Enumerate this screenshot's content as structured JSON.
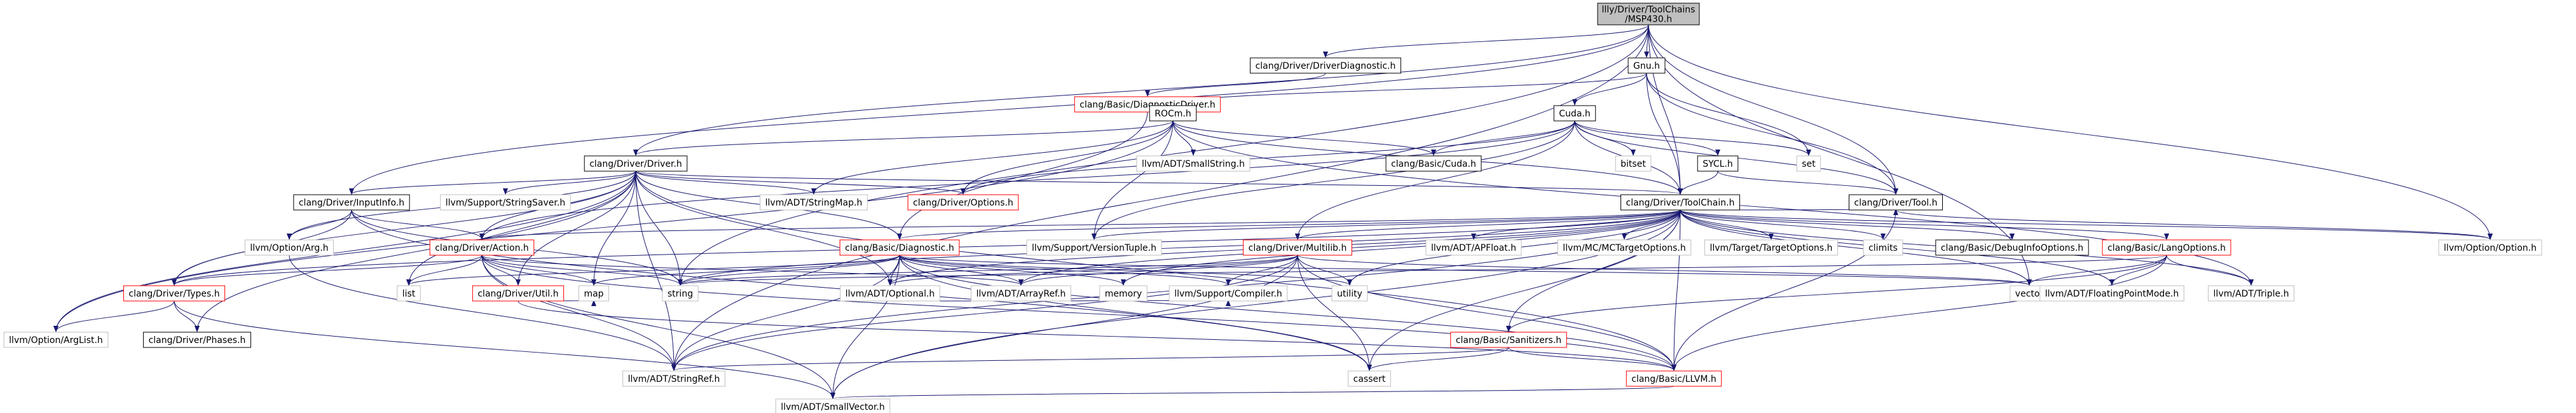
{
  "colors": {
    "background": "#ffffff",
    "root_fill": "#bfbfbf",
    "root_border": "#000000",
    "internal_border": "#000000",
    "highlight_border": "#ff0000",
    "external_border": "#bfbfbf",
    "edge": "#191970"
  },
  "nodes": [
    {
      "id": "root",
      "label": "llly/Driver/ToolChains\n/MSP430.h",
      "kind": "root"
    },
    {
      "id": "DriverDiagnostic",
      "label": "clang/Driver/DriverDiagnostic.h",
      "kind": "internal"
    },
    {
      "id": "Gnu",
      "label": "Gnu.h",
      "kind": "internal"
    },
    {
      "id": "DiagnosticDriver",
      "label": "clang/Basic/DiagnosticDriver.h",
      "kind": "highlight"
    },
    {
      "id": "ROCm",
      "label": "ROCm.h",
      "kind": "internal"
    },
    {
      "id": "Cuda",
      "label": "Cuda.h",
      "kind": "internal"
    },
    {
      "id": "Driver",
      "label": "clang/Driver/Driver.h",
      "kind": "internal"
    },
    {
      "id": "SmallString",
      "label": "llvm/ADT/SmallString.h",
      "kind": "external"
    },
    {
      "id": "BasicCuda",
      "label": "clang/Basic/Cuda.h",
      "kind": "internal"
    },
    {
      "id": "bitset",
      "label": "bitset",
      "kind": "external"
    },
    {
      "id": "SYCL",
      "label": "SYCL.h",
      "kind": "internal"
    },
    {
      "id": "set",
      "label": "set",
      "kind": "external"
    },
    {
      "id": "InputInfo",
      "label": "clang/Driver/InputInfo.h",
      "kind": "internal"
    },
    {
      "id": "StringSaver",
      "label": "llvm/Support/StringSaver.h",
      "kind": "external"
    },
    {
      "id": "StringMap",
      "label": "llvm/ADT/StringMap.h",
      "kind": "external"
    },
    {
      "id": "DriverOptions",
      "label": "clang/Driver/Options.h",
      "kind": "highlight"
    },
    {
      "id": "ToolChain",
      "label": "clang/Driver/ToolChain.h",
      "kind": "internal"
    },
    {
      "id": "Tool",
      "label": "clang/Driver/Tool.h",
      "kind": "internal"
    },
    {
      "id": "OptionArg",
      "label": "llvm/Option/Arg.h",
      "kind": "external"
    },
    {
      "id": "Action",
      "label": "clang/Driver/Action.h",
      "kind": "highlight"
    },
    {
      "id": "BasicDiagnostic",
      "label": "clang/Basic/Diagnostic.h",
      "kind": "highlight"
    },
    {
      "id": "VersionTuple",
      "label": "llvm/Support/VersionTuple.h",
      "kind": "external"
    },
    {
      "id": "Multilib",
      "label": "clang/Driver/Multilib.h",
      "kind": "highlight"
    },
    {
      "id": "APFloat",
      "label": "llvm/ADT/APFloat.h",
      "kind": "external"
    },
    {
      "id": "MCTargetOptions",
      "label": "llvm/MC/MCTargetOptions.h",
      "kind": "external"
    },
    {
      "id": "TargetOptions",
      "label": "llvm/Target/TargetOptions.h",
      "kind": "external"
    },
    {
      "id": "climits",
      "label": "climits",
      "kind": "external"
    },
    {
      "id": "DebugInfoOptions",
      "label": "clang/Basic/DebugInfoOptions.h",
      "kind": "internal"
    },
    {
      "id": "LangOptions",
      "label": "clang/Basic/LangOptions.h",
      "kind": "highlight"
    },
    {
      "id": "OptionOption",
      "label": "llvm/Option/Option.h",
      "kind": "external"
    },
    {
      "id": "Types",
      "label": "clang/Driver/Types.h",
      "kind": "highlight"
    },
    {
      "id": "list",
      "label": "list",
      "kind": "external"
    },
    {
      "id": "DriverUtil",
      "label": "clang/Driver/Util.h",
      "kind": "highlight"
    },
    {
      "id": "map",
      "label": "map",
      "kind": "external"
    },
    {
      "id": "string",
      "label": "string",
      "kind": "external"
    },
    {
      "id": "Optional",
      "label": "llvm/ADT/Optional.h",
      "kind": "external"
    },
    {
      "id": "ArrayRef",
      "label": "llvm/ADT/ArrayRef.h",
      "kind": "external"
    },
    {
      "id": "memory",
      "label": "memory",
      "kind": "external"
    },
    {
      "id": "Compiler",
      "label": "llvm/Support/Compiler.h",
      "kind": "external"
    },
    {
      "id": "utility",
      "label": "utility",
      "kind": "external"
    },
    {
      "id": "vector",
      "label": "vector",
      "kind": "external"
    },
    {
      "id": "FloatingPointMode",
      "label": "llvm/ADT/FloatingPointMode.h",
      "kind": "external"
    },
    {
      "id": "Triple",
      "label": "llvm/ADT/Triple.h",
      "kind": "external"
    },
    {
      "id": "ArgList",
      "label": "llvm/Option/ArgList.h",
      "kind": "external"
    },
    {
      "id": "Phases",
      "label": "clang/Driver/Phases.h",
      "kind": "internal"
    },
    {
      "id": "Sanitizers",
      "label": "clang/Basic/Sanitizers.h",
      "kind": "highlight"
    },
    {
      "id": "StringRef",
      "label": "llvm/ADT/StringRef.h",
      "kind": "external"
    },
    {
      "id": "cassert",
      "label": "cassert",
      "kind": "external"
    },
    {
      "id": "LLVM",
      "label": "clang/Basic/LLVM.h",
      "kind": "highlight"
    },
    {
      "id": "SmallVector",
      "label": "llvm/ADT/SmallVector.h",
      "kind": "external"
    }
  ],
  "edges": [
    [
      "root",
      "DriverDiagnostic"
    ],
    [
      "root",
      "Gnu"
    ],
    [
      "root",
      "Driver"
    ],
    [
      "root",
      "InputInfo"
    ],
    [
      "root",
      "Tool"
    ],
    [
      "root",
      "ToolChain"
    ],
    [
      "root",
      "OptionOption"
    ],
    [
      "root",
      "vector"
    ],
    [
      "root",
      "StringRef"
    ],
    [
      "root",
      "string"
    ],
    [
      "DriverDiagnostic",
      "DiagnosticDriver"
    ],
    [
      "DiagnosticDriver",
      "BasicDiagnostic"
    ],
    [
      "Gnu",
      "ROCm"
    ],
    [
      "Gnu",
      "Cuda"
    ],
    [
      "Gnu",
      "set"
    ],
    [
      "Gnu",
      "Tool"
    ],
    [
      "Gnu",
      "ToolChain"
    ],
    [
      "ROCm",
      "Driver"
    ],
    [
      "ROCm",
      "SmallString"
    ],
    [
      "ROCm",
      "BasicCuda"
    ],
    [
      "ROCm",
      "StringMap"
    ],
    [
      "ROCm",
      "DriverOptions"
    ],
    [
      "ROCm",
      "ToolChain"
    ],
    [
      "ROCm",
      "VersionTuple"
    ],
    [
      "ROCm",
      "Triple"
    ],
    [
      "ROCm",
      "ArgList"
    ],
    [
      "Cuda",
      "BasicCuda"
    ],
    [
      "Cuda",
      "bitset"
    ],
    [
      "Cuda",
      "SYCL"
    ],
    [
      "Cuda",
      "set"
    ],
    [
      "Cuda",
      "Action"
    ],
    [
      "Cuda",
      "Multilib"
    ],
    [
      "Cuda",
      "Tool"
    ],
    [
      "Cuda",
      "ToolChain"
    ],
    [
      "Cuda",
      "VersionTuple"
    ],
    [
      "Cuda",
      "DriverOptions"
    ],
    [
      "SYCL",
      "Tool"
    ],
    [
      "SYCL",
      "ToolChain"
    ],
    [
      "Driver",
      "InputInfo"
    ],
    [
      "Driver",
      "StringSaver"
    ],
    [
      "Driver",
      "StringMap"
    ],
    [
      "Driver",
      "DriverOptions"
    ],
    [
      "Driver",
      "ToolChain"
    ],
    [
      "Driver",
      "OptionArg"
    ],
    [
      "Driver",
      "Action"
    ],
    [
      "Driver",
      "Types"
    ],
    [
      "Driver",
      "list"
    ],
    [
      "Driver",
      "DriverUtil"
    ],
    [
      "Driver",
      "map"
    ],
    [
      "Driver",
      "string"
    ],
    [
      "Driver",
      "Phases"
    ],
    [
      "Driver",
      "ArgList"
    ],
    [
      "Driver",
      "BasicDiagnostic"
    ],
    [
      "Driver",
      "LLVM"
    ],
    [
      "Driver",
      "StringRef"
    ],
    [
      "Driver",
      "Optional"
    ],
    [
      "InputInfo",
      "OptionArg"
    ],
    [
      "InputInfo",
      "Action"
    ],
    [
      "InputInfo",
      "Types"
    ],
    [
      "InputInfo",
      "string"
    ],
    [
      "InputInfo",
      "cassert"
    ],
    [
      "ToolChain",
      "Tool"
    ],
    [
      "ToolChain",
      "OptionOption"
    ],
    [
      "ToolChain",
      "Action"
    ],
    [
      "ToolChain",
      "BasicDiagnostic"
    ],
    [
      "ToolChain",
      "VersionTuple"
    ],
    [
      "ToolChain",
      "Multilib"
    ],
    [
      "ToolChain",
      "APFloat"
    ],
    [
      "ToolChain",
      "MCTargetOptions"
    ],
    [
      "ToolChain",
      "TargetOptions"
    ],
    [
      "ToolChain",
      "climits"
    ],
    [
      "ToolChain",
      "DebugInfoOptions"
    ],
    [
      "ToolChain",
      "LangOptions"
    ],
    [
      "ToolChain",
      "Sanitizers"
    ],
    [
      "ToolChain",
      "LLVM"
    ],
    [
      "ToolChain",
      "Types"
    ],
    [
      "ToolChain",
      "ArrayRef"
    ],
    [
      "ToolChain",
      "FloatingPointMode"
    ],
    [
      "ToolChain",
      "Triple"
    ],
    [
      "ToolChain",
      "StringRef"
    ],
    [
      "ToolChain",
      "memory"
    ],
    [
      "ToolChain",
      "string"
    ],
    [
      "ToolChain",
      "utility"
    ],
    [
      "ToolChain",
      "vector"
    ],
    [
      "ToolChain",
      "cassert"
    ],
    [
      "ToolChain",
      "Optional"
    ],
    [
      "ToolChain",
      "SmallVector"
    ],
    [
      "Tool",
      "LLVM"
    ],
    [
      "Tool",
      "OptionOption"
    ],
    [
      "Action",
      "Types"
    ],
    [
      "Action",
      "DriverUtil"
    ],
    [
      "Action",
      "LLVM"
    ],
    [
      "Action",
      "map"
    ],
    [
      "Action",
      "string"
    ],
    [
      "Action",
      "ArrayRef"
    ],
    [
      "Action",
      "StringRef"
    ],
    [
      "Action",
      "SmallVector"
    ],
    [
      "Action",
      "list"
    ],
    [
      "Types",
      "Phases"
    ],
    [
      "Types",
      "ArgList"
    ],
    [
      "Types",
      "SmallVector"
    ],
    [
      "DriverUtil",
      "LLVM"
    ],
    [
      "DriverUtil",
      "map"
    ],
    [
      "BasicDiagnostic",
      "LLVM"
    ],
    [
      "BasicDiagnostic",
      "ArrayRef"
    ],
    [
      "BasicDiagnostic",
      "Optional"
    ],
    [
      "BasicDiagnostic",
      "Compiler"
    ],
    [
      "BasicDiagnostic",
      "StringRef"
    ],
    [
      "BasicDiagnostic",
      "SmallVector"
    ],
    [
      "BasicDiagnostic",
      "cassert"
    ],
    [
      "BasicDiagnostic",
      "list"
    ],
    [
      "BasicDiagnostic",
      "map"
    ],
    [
      "BasicDiagnostic",
      "memory"
    ],
    [
      "BasicDiagnostic",
      "string"
    ],
    [
      "BasicDiagnostic",
      "utility"
    ],
    [
      "BasicDiagnostic",
      "vector"
    ],
    [
      "Multilib",
      "LLVM"
    ],
    [
      "Multilib",
      "ArrayRef"
    ],
    [
      "Multilib",
      "Compiler"
    ],
    [
      "Multilib",
      "StringRef"
    ],
    [
      "Multilib",
      "SmallVector"
    ],
    [
      "Multilib",
      "cassert"
    ],
    [
      "Multilib",
      "string"
    ],
    [
      "Multilib",
      "utility"
    ],
    [
      "Multilib",
      "vector"
    ],
    [
      "Multilib",
      "Optional"
    ],
    [
      "LangOptions",
      "Sanitizers"
    ],
    [
      "LangOptions",
      "LLVM"
    ],
    [
      "LangOptions",
      "FloatingPointMode"
    ],
    [
      "LangOptions",
      "Triple"
    ],
    [
      "LangOptions",
      "string"
    ],
    [
      "LangOptions",
      "vector"
    ],
    [
      "Sanitizers",
      "LLVM"
    ],
    [
      "Sanitizers",
      "StringRef"
    ],
    [
      "Sanitizers",
      "cassert"
    ],
    [
      "LLVM",
      "SmallVector"
    ],
    [
      "Optional",
      "Compiler"
    ],
    [
      "OptionArg",
      "StringRef"
    ]
  ]
}
